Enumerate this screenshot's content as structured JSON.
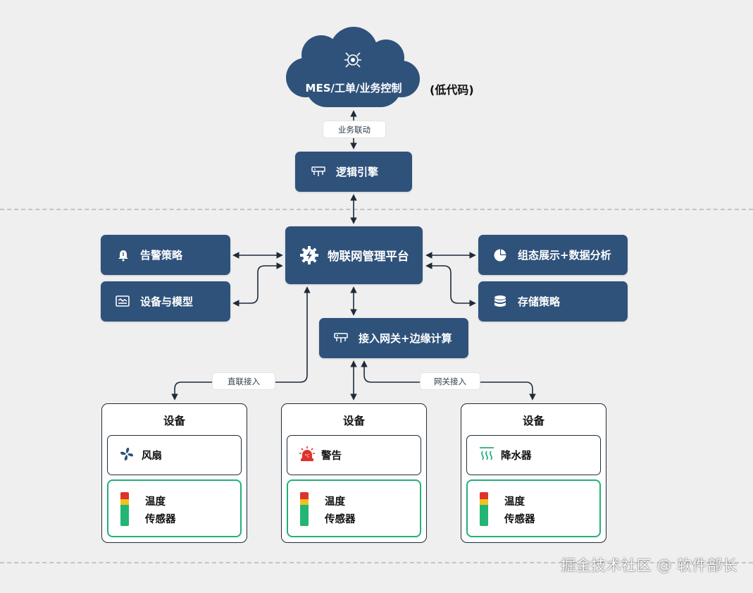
{
  "cloud": {
    "label": "MES/工单/业务控制",
    "side_label": "(低代码)"
  },
  "tags": {
    "business_link": "业务联动",
    "direct_access": "直联接入",
    "gateway_access": "网关接入"
  },
  "logic_engine": {
    "label": "逻辑引擎",
    "icon": "server-icon"
  },
  "platform": {
    "label": "物联网管理平台",
    "icon": "gear-bolt-icon"
  },
  "left_boxes": [
    {
      "label": "告警策略",
      "icon": "bell-icon"
    },
    {
      "label": "设备与模型",
      "icon": "monitor-icon"
    }
  ],
  "right_boxes": [
    {
      "label": "组态展示+数据分析",
      "icon": "pie-chart-icon"
    },
    {
      "label": "存储策略",
      "icon": "database-icon"
    }
  ],
  "gateway": {
    "label": "接入网关+边缘计算",
    "icon": "server-icon"
  },
  "devices": [
    {
      "title": "设备",
      "item": "风扇",
      "item_icon": "fan-icon",
      "sensor_line1": "温度",
      "sensor_line2": "传感器"
    },
    {
      "title": "设备",
      "item": "警告",
      "item_icon": "alarm-light-icon",
      "sensor_line1": "温度",
      "sensor_line2": "传感器"
    },
    {
      "title": "设备",
      "item": "降水器",
      "item_icon": "heat-waves-icon",
      "sensor_line1": "温度",
      "sensor_line2": "传感器"
    }
  ],
  "watermark": "掘金技术社区 @ 软件部长",
  "colors": {
    "box": "#2f527b",
    "sensor_border": "#23b07a",
    "thermo_red": "#e0322a",
    "thermo_yellow": "#f2c21b",
    "thermo_green": "#22b573"
  }
}
